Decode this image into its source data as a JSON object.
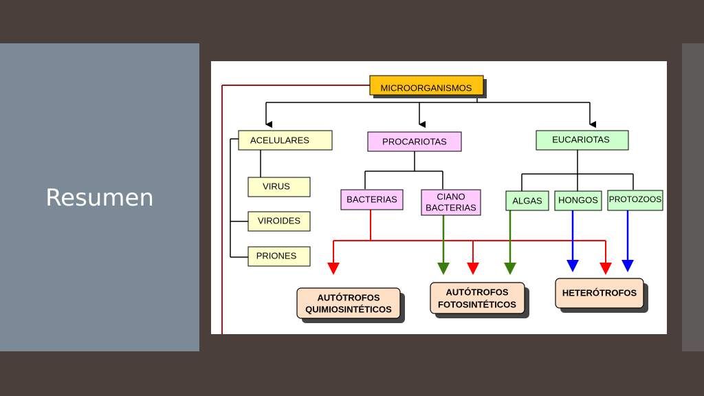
{
  "slide": {
    "title": "Resumen"
  },
  "diagram": {
    "root": "MICROORGANISMOS",
    "acelulares": "ACELULARES",
    "procariotas": "PROCARIOTAS",
    "eucariotas": "EUCARIOTAS",
    "virus": "VIRUS",
    "viroides": "VIROIDES",
    "priones": "PRIONES",
    "bacterias": "BACTERIAS",
    "ciano_1": "CIANO",
    "ciano_2": "BACTERIAS",
    "algas": "ALGAS",
    "hongos": "HONGOS",
    "protozoos": "PROTOZOOS",
    "quimio_1": "AUTÓTROFOS",
    "quimio_2": "QUIMIOSINTÉTICOS",
    "foto_1": "AUTÓTROFOS",
    "foto_2": "FOTOSINTÉTICOS",
    "hetero": "HETERÓTROFOS",
    "colors": {
      "root": "#ffc20e",
      "yellow": "#ffffcc",
      "pink": "#ffccff",
      "green": "#ccffcc",
      "peach": "#fde0c5",
      "red": "#ff0000",
      "darkred": "#9b1b1b",
      "green_arrow": "#3a7d0a",
      "blue": "#0000ff"
    }
  }
}
